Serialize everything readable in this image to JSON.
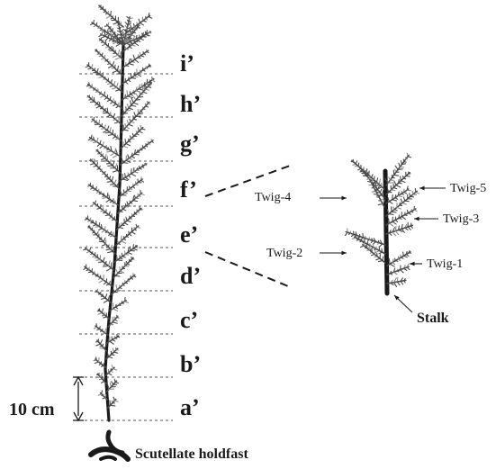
{
  "segments": [
    "i’",
    "h’",
    "g’",
    "f’",
    "e’",
    "d’",
    "c’",
    "b’",
    "a’"
  ],
  "twigs": [
    "Twig-4",
    "Twig-5",
    "Twig-3",
    "Twig-2",
    "Twig-1"
  ],
  "stalk_label": "Stalk",
  "scale_label": "10 cm",
  "holdfast_label": "Scutellate holdfast",
  "colors": {
    "ink": "#1a1a1a",
    "foliage": "#4a4a4a",
    "foliage_light": "#8a8a8a"
  }
}
